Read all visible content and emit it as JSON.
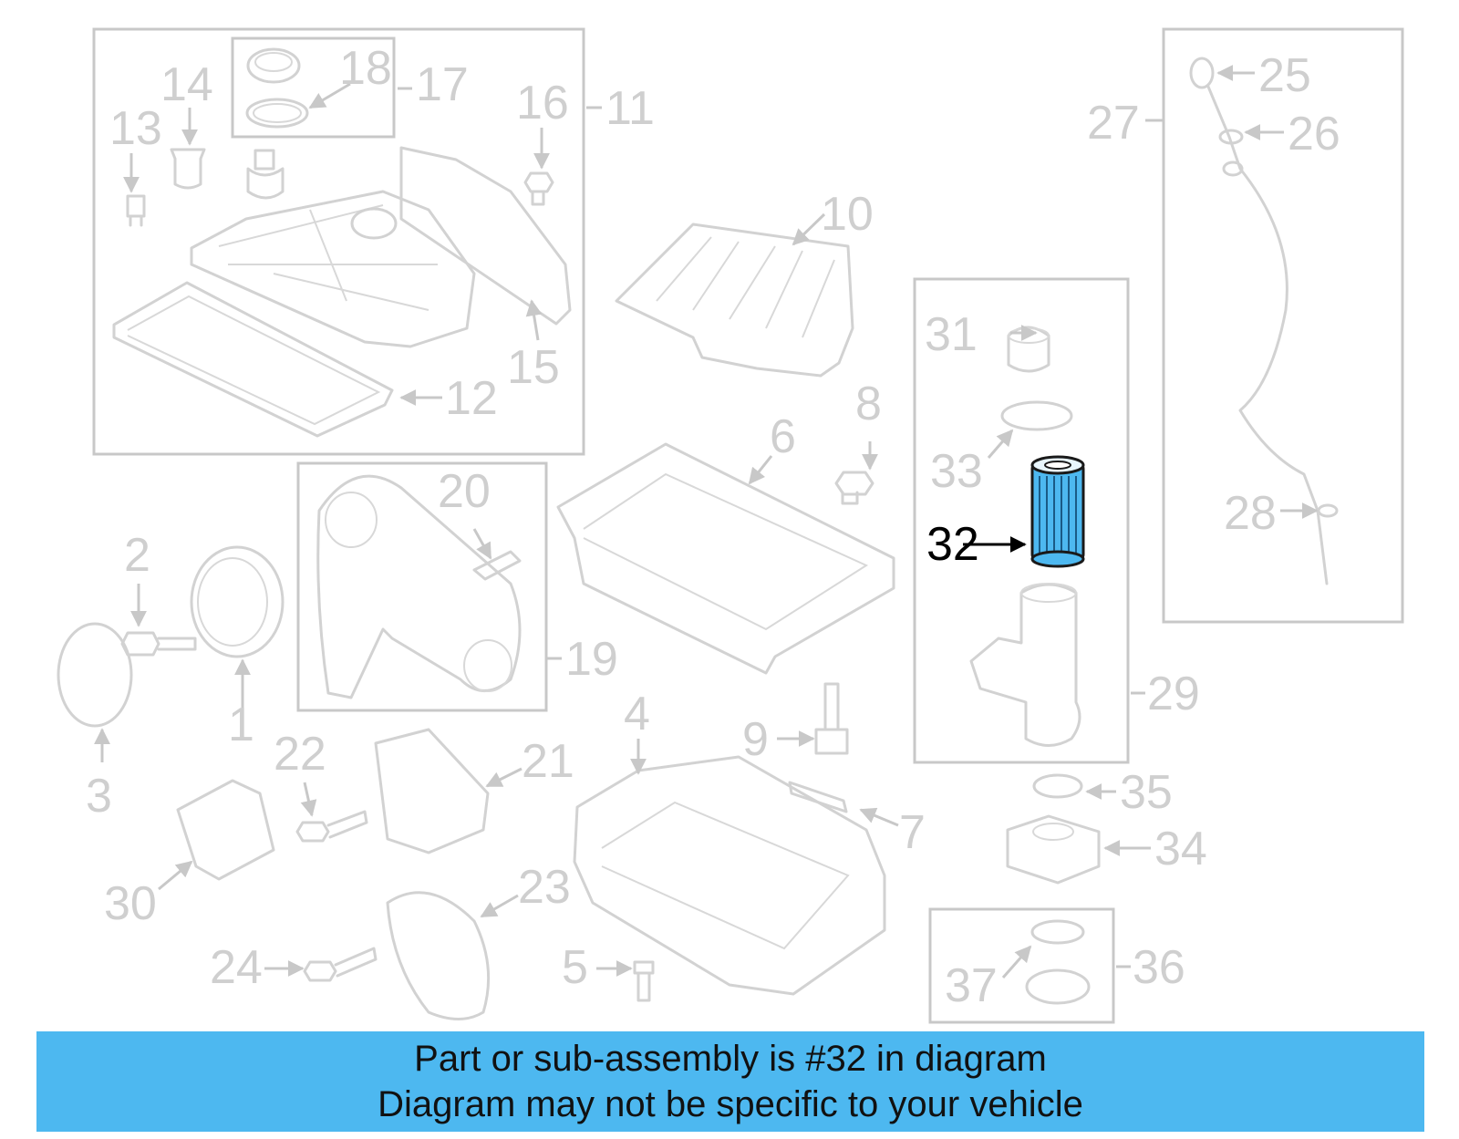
{
  "highlight": {
    "part": "32",
    "color": "#4db8f0"
  },
  "labels": {
    "l1": "1",
    "l2": "2",
    "l3": "3",
    "l4": "4",
    "l5": "5",
    "l6": "6",
    "l7": "7",
    "l8": "8",
    "l9": "9",
    "l10": "10",
    "l11": "11",
    "l12": "12",
    "l13": "13",
    "l14": "14",
    "l15": "15",
    "l16": "16",
    "l17": "17",
    "l18": "18",
    "l19": "19",
    "l20": "20",
    "l21": "21",
    "l22": "22",
    "l23": "23",
    "l24": "24",
    "l25": "25",
    "l26": "26",
    "l27": "27",
    "l28": "28",
    "l29": "29",
    "l30": "30",
    "l31": "31",
    "l32": "32",
    "l33": "33",
    "l34": "34",
    "l35": "35",
    "l36": "36",
    "l37": "37"
  },
  "banner": {
    "line1": "Part or sub-assembly is #32 in diagram",
    "line2": "Diagram may not be specific to your vehicle"
  }
}
